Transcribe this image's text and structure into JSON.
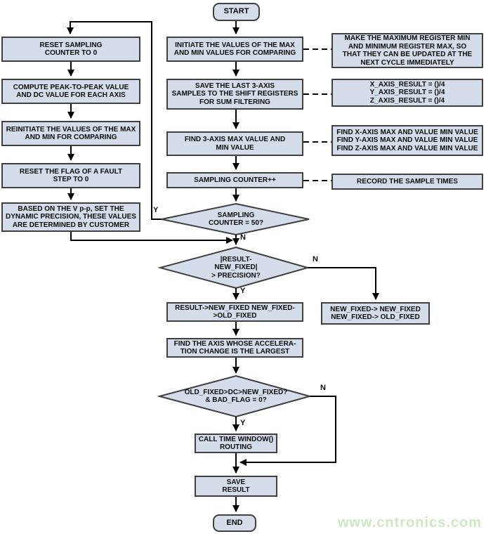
{
  "diagram_title": "sampling-fault-detection-flowchart",
  "colors": {
    "node_fill": "#d4dde9",
    "node_border": "#3f3f3f",
    "line": "#000000",
    "watermark": "#cde9c2"
  },
  "watermark": "www.cntronics.com",
  "nodes": {
    "start": "START",
    "initiate": "INITIATE THE VALUES OF THE MAX\nAND MIN VALUES FOR COMPARING",
    "save_last": "SAVE THE LAST 3-AXIS\nSAMPLES TO THE SHIFT REGISTERS\nFOR SUM FILTERING",
    "find_3axis": "FIND 3-AXIS MAX VALUE AND\nMIN VALUE",
    "sampling_inc": "SAMPLING COUNTER++",
    "d1": "SAMPLING\nCOUNTER = 50?",
    "d2": "|RESULT-\nNEW_FIXED|\n> PRECISION?",
    "result_fixed": "RESULT->NEW_FIXED NEW_FIXED-\n>OLD_FIXED",
    "find_axis": "FIND THE AXIS WHOSE ACCELERA-\nTION CHANGE IS THE LARGEST",
    "d3": "OLD_FIXED>DC>NEW_FIXED?\n& BAD_FLAG = 0?",
    "call_time": "CALL TIME WINDOW()\nROUTING",
    "save_result": "SAVE\nRESULT",
    "end": "END",
    "reset_counter": "RESET SAMPLING\nCOUNTER TO 0",
    "compute_peak": "COMPUTE PEAK-TO-PEAK VALUE\nAND DC VALUE FOR EACH AXIS",
    "reinitiate": "REINITIATE THE VALUES OF THE MAX\nAND MIN FOR COMPARING",
    "reset_flag": "RESET THE FLAG OF A FAULT\nSTEP TO 0",
    "based_on": "BASED ON THE V p-p, SET THE\nDYNAMIC PRECISION, THESE VALUES\nARE DETERMINED BY CUSTOMER",
    "make_max": "MAKE THE MAXIMUM REGISTER MIN\nAND MINIMUM REGISTER MAX, SO\nTHAT THEY CAN BE UPDATED AT THE\nNEXT CYCLE IMMEDIATELY",
    "axis_result": "X_AXIS_RESULT = ()/4\nY_AXIS_RESULT = ()/4\nZ_AXIS_RESULT = ()/4",
    "find_xyz": "FIND X-AXIS MAX AND VALUE MIN VALUE\nFIND Y-AXIS MAX AND VALUE MIN VALUE\nFIND Z-AXIS MAX AND VALUE MIN VALUE",
    "record_times": "RECORD THE SAMPLE TIMES",
    "new_fixed": "NEW_FIXED-> NEW_FIXED\nNEW_FIXED-> OLD_FIXED"
  },
  "branch_labels": {
    "d1_yes": "Y",
    "d1_no": "N",
    "d2_yes": "Y",
    "d2_no": "N",
    "d3_yes": "Y",
    "d3_no": "N"
  }
}
